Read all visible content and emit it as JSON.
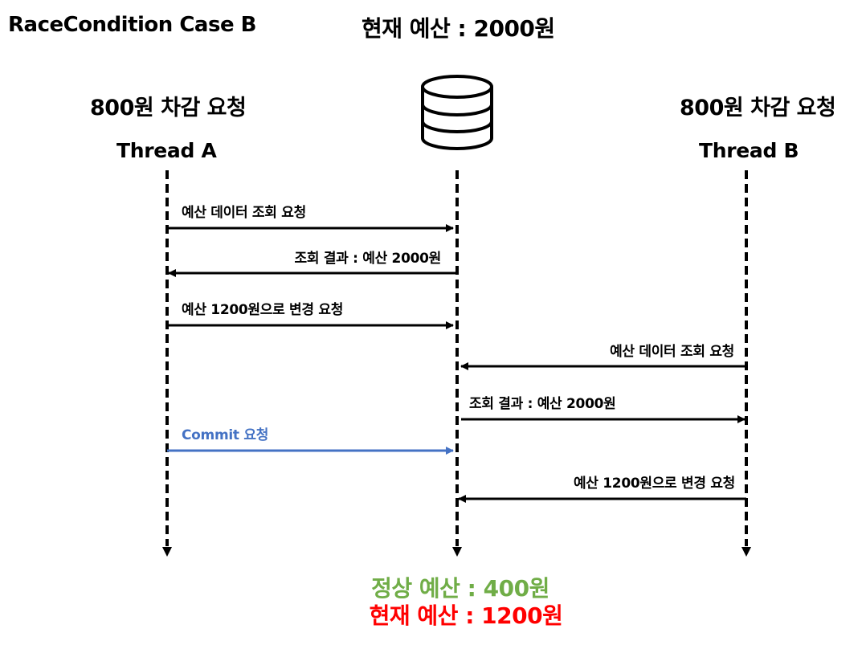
{
  "title": "RaceCondition Case B",
  "current_budget_top": "현재 예산 : 2000원",
  "thread_a": {
    "request": "800원 차감 요청",
    "label": "Thread A"
  },
  "thread_b": {
    "request": "800원 차감 요청",
    "label": "Thread B"
  },
  "database_icon": "database-icon",
  "messages": [
    {
      "text": "예산 데이터 조회 요청",
      "color": "#000000"
    },
    {
      "text": "조회 결과 : 예산 2000원",
      "color": "#000000"
    },
    {
      "text": "예산 1200원으로 변경 요청",
      "color": "#000000"
    },
    {
      "text": "예산 데이터 조회 요청",
      "color": "#000000"
    },
    {
      "text": "조회 결과 : 예산 2000원",
      "color": "#000000"
    },
    {
      "text": "Commit 요청",
      "color": "#4472C4"
    },
    {
      "text": "예산 1200원으로 변경 요청",
      "color": "#000000"
    }
  ],
  "results": {
    "expected": {
      "text": "정상 예산 : 400원",
      "color": "#70AD47"
    },
    "actual": {
      "text": "현재 예산 : 1200원",
      "color": "#FF0000"
    }
  }
}
